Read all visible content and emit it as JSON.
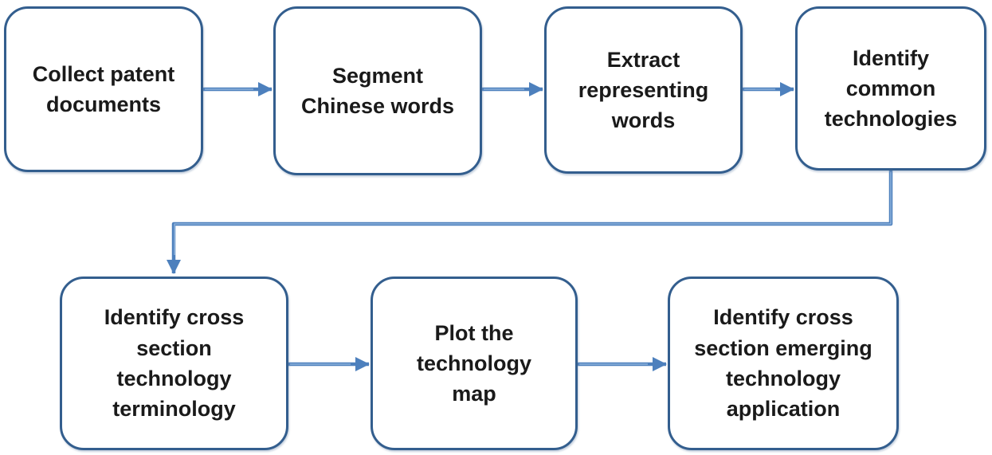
{
  "diagram": {
    "type": "flowchart",
    "colors": {
      "background": "#ffffff",
      "box_border": "#335e8e",
      "arrow": "#4d80bd",
      "arrow_highlight": "#8fb2dc",
      "text": "#1a1a1a"
    },
    "nodes": [
      {
        "id": "collect-patent-documents",
        "label": "Collect patent\ndocuments"
      },
      {
        "id": "segment-chinese-words",
        "label": "Segment\nChinese words"
      },
      {
        "id": "extract-representing-words",
        "label": "Extract\nrepresenting\nwords"
      },
      {
        "id": "identify-common-technologies",
        "label": "Identify\ncommon\ntechnologies"
      },
      {
        "id": "identify-cross-section-technology-terminology",
        "label": "Identify cross\nsection\ntechnology\nterminology"
      },
      {
        "id": "plot-the-technology-map",
        "label": "Plot the\ntechnology\nmap"
      },
      {
        "id": "identify-cross-section-emerging-technology-application",
        "label": "Identify cross\nsection emerging\ntechnology\napplication"
      }
    ],
    "edges": [
      {
        "from": "collect-patent-documents",
        "to": "segment-chinese-words"
      },
      {
        "from": "segment-chinese-words",
        "to": "extract-representing-words"
      },
      {
        "from": "extract-representing-words",
        "to": "identify-common-technologies"
      },
      {
        "from": "identify-common-technologies",
        "to": "identify-cross-section-technology-terminology"
      },
      {
        "from": "identify-cross-section-technology-terminology",
        "to": "plot-the-technology-map"
      },
      {
        "from": "plot-the-technology-map",
        "to": "identify-cross-section-emerging-technology-application"
      }
    ]
  }
}
